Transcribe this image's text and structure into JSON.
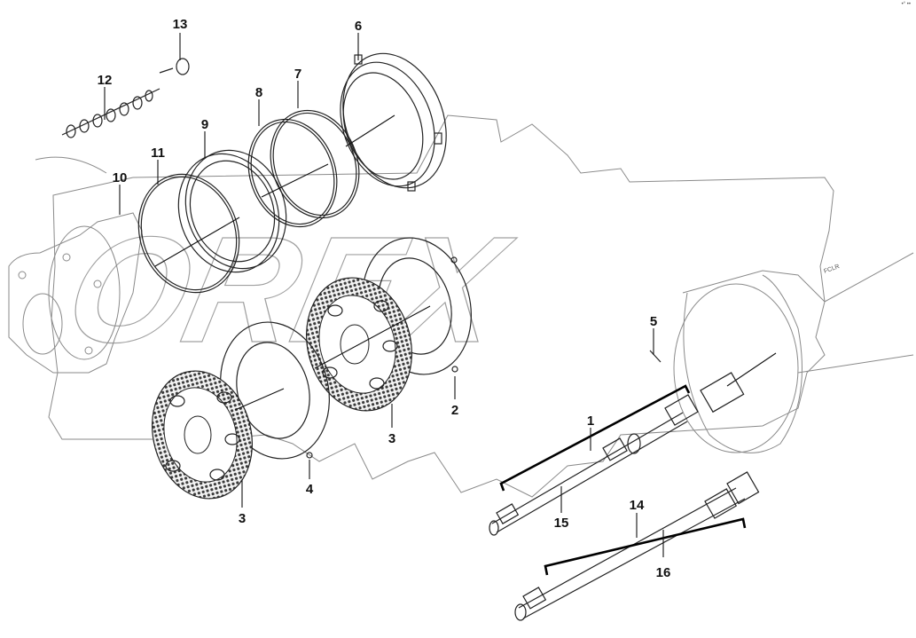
{
  "watermark_text": "OREX",
  "corner_mark": "•° ••",
  "callouts": [
    {
      "id": "c1",
      "label": "1"
    },
    {
      "id": "c2",
      "label": "2"
    },
    {
      "id": "c3a",
      "label": "3"
    },
    {
      "id": "c3b",
      "label": "3"
    },
    {
      "id": "c4",
      "label": "4"
    },
    {
      "id": "c5",
      "label": "5"
    },
    {
      "id": "c6",
      "label": "6"
    },
    {
      "id": "c7",
      "label": "7"
    },
    {
      "id": "c8",
      "label": "8"
    },
    {
      "id": "c9",
      "label": "9"
    },
    {
      "id": "c10",
      "label": "10"
    },
    {
      "id": "c11",
      "label": "11"
    },
    {
      "id": "c12",
      "label": "12"
    },
    {
      "id": "c13",
      "label": "13"
    },
    {
      "id": "c14",
      "label": "14"
    },
    {
      "id": "c15",
      "label": "15"
    },
    {
      "id": "c16",
      "label": "16"
    }
  ]
}
